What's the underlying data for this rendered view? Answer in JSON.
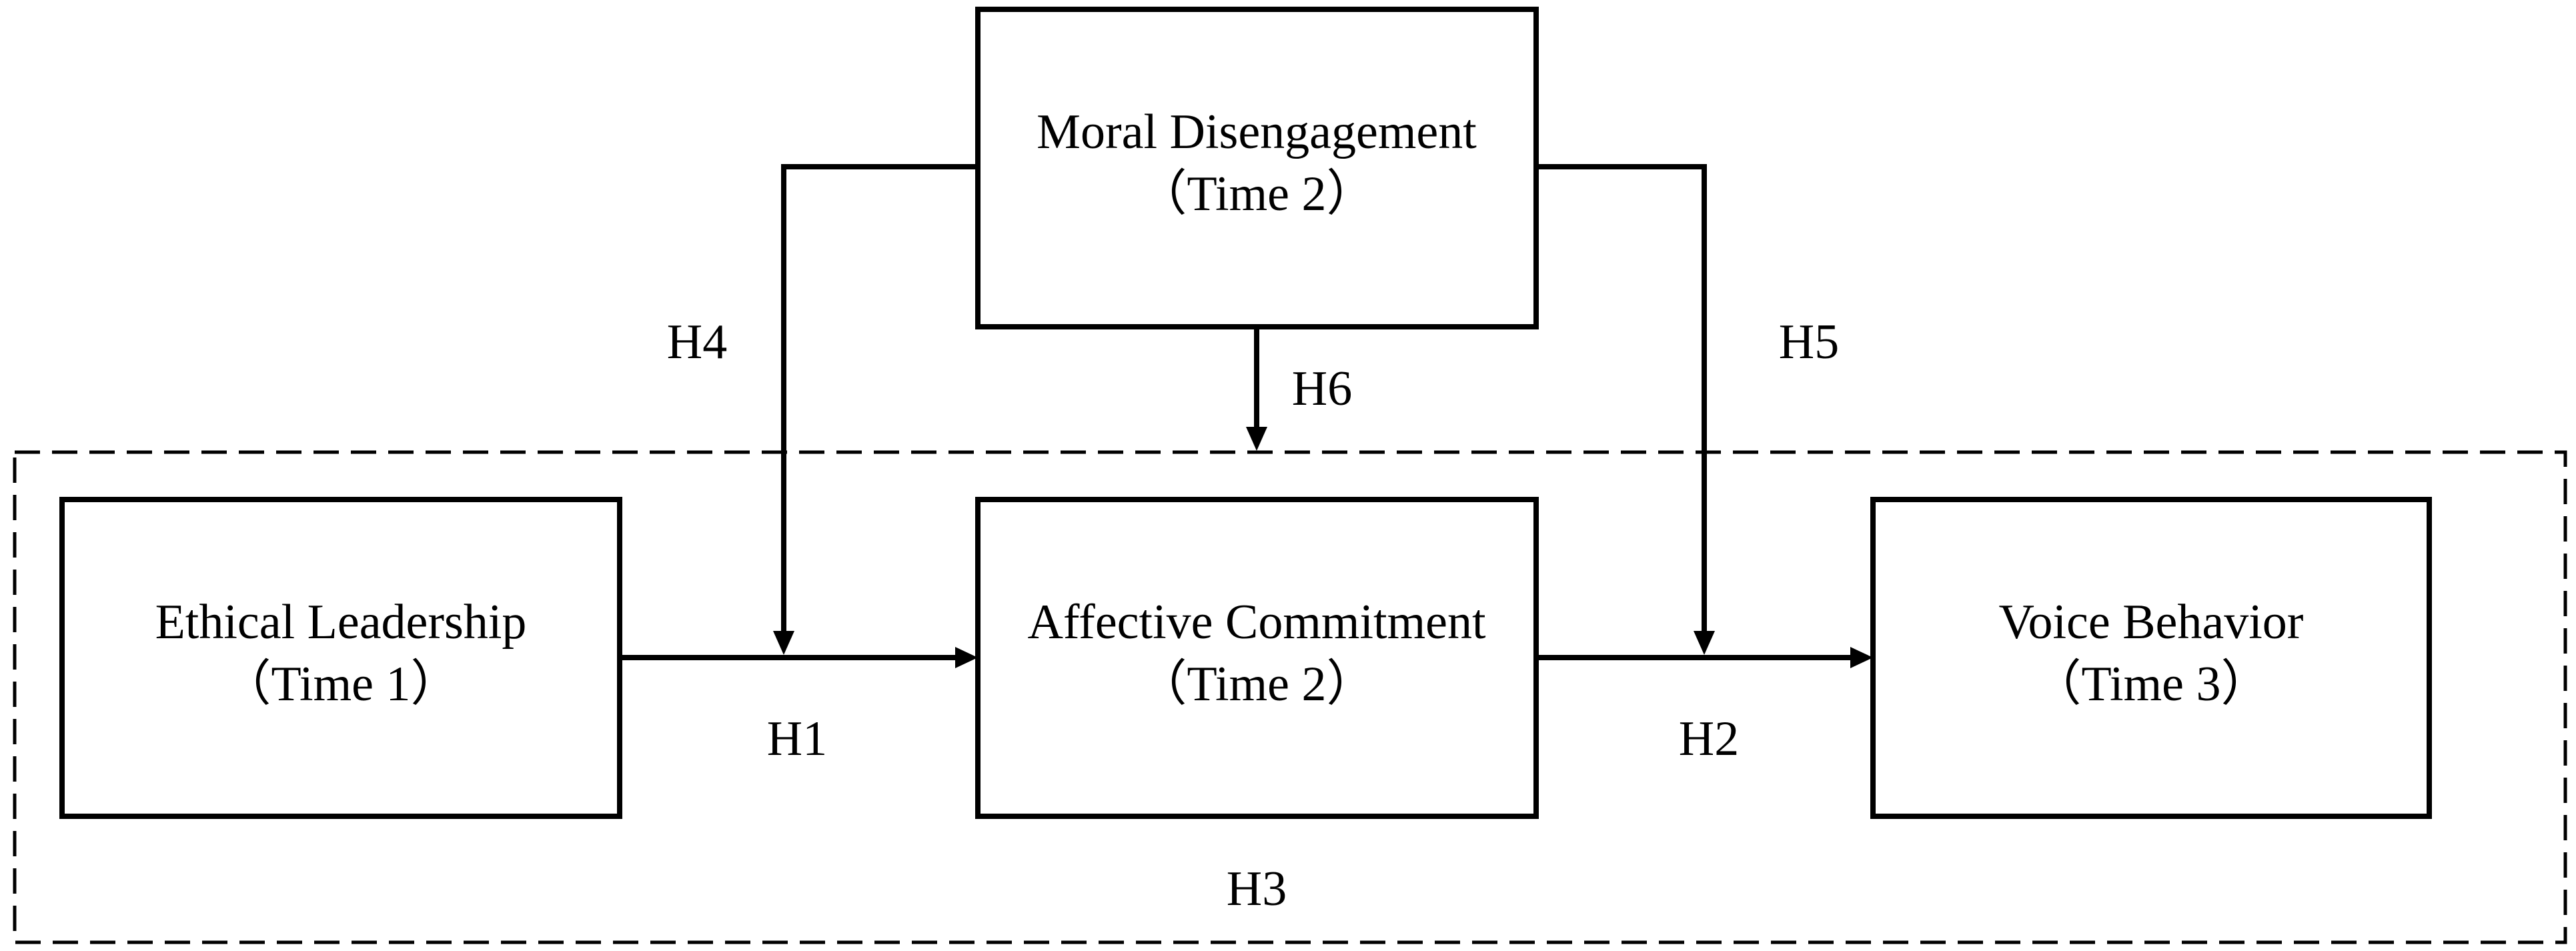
{
  "nodes": {
    "moral_disengagement": {
      "name": "Moral Disengagement",
      "time": "（Time 2）"
    },
    "ethical_leadership": {
      "name": "Ethical Leadership",
      "time": "（Time 1）"
    },
    "affective_commitment": {
      "name": "Affective Commitment",
      "time": "（Time 2）"
    },
    "voice_behavior": {
      "name": "Voice Behavior",
      "time": "（Time 3）"
    }
  },
  "hypotheses": {
    "h1": "H1",
    "h2": "H2",
    "h3": "H3",
    "h4": "H4",
    "h5": "H5",
    "h6": "H6"
  }
}
